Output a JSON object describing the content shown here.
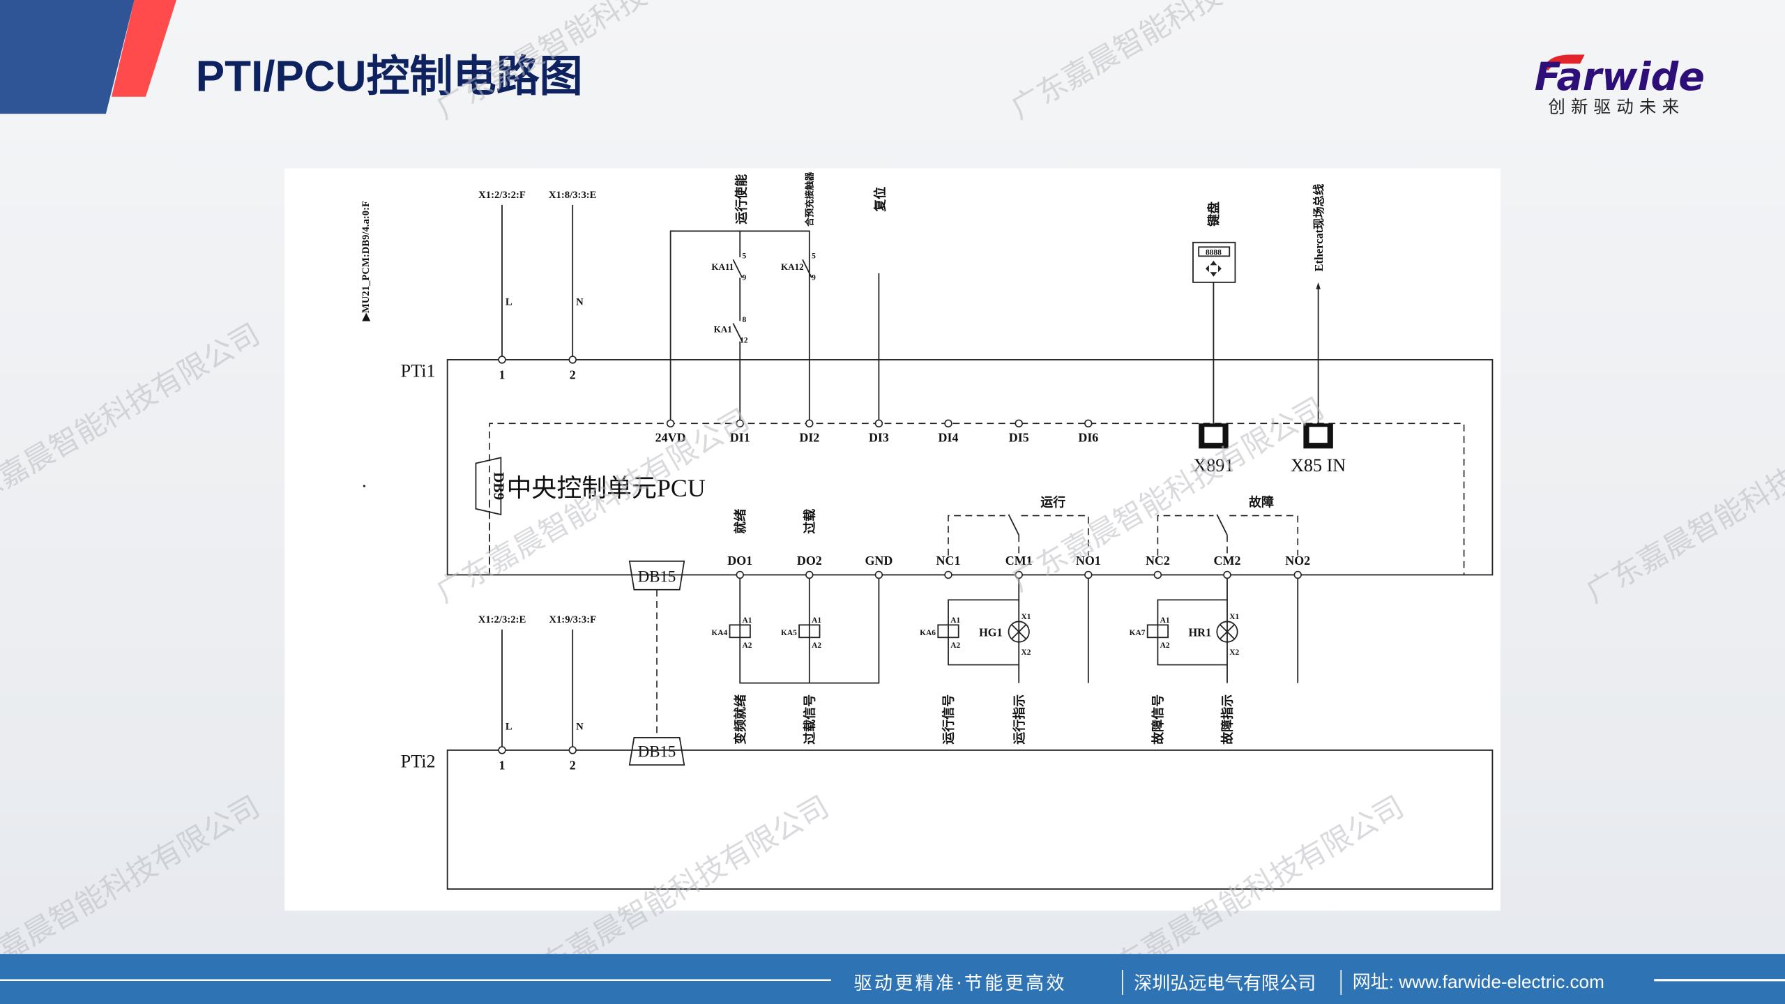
{
  "header": {
    "title": "PTI/PCU控制电路图",
    "logo_text": "Farwide",
    "logo_slogan": "创新驱动未来",
    "colors": {
      "brand_blue": "#2f5597",
      "brand_red": "#ff4b4b",
      "title": "#0e2260",
      "logo_purple": "#2e0f7a"
    }
  },
  "watermark": "广东嘉晨智能科技有限公司",
  "diagram": {
    "source_ref": "▶MU21_PCM:DB9/4.a:0:F",
    "pti1": {
      "label": "PTi1",
      "t1": "1",
      "t2": "2",
      "x1_top_l": "X1:2/3:2:F",
      "x1_top_n": "X1:8/3:3:E",
      "l": "L",
      "n": "N"
    },
    "pti2": {
      "label": "PTi2",
      "t1": "1",
      "t2": "2",
      "x1_l": "X1:2/3:2:E",
      "x1_n": "X1:9/3:3:F",
      "l": "L",
      "n": "N"
    },
    "pcu": {
      "label": "中央控制单元PCU",
      "db9": "DB9",
      "db15": "DB15"
    },
    "inputs": [
      "24VD",
      "DI1",
      "DI2",
      "DI3",
      "DI4",
      "DI5",
      "DI6"
    ],
    "input_signals": {
      "run_enable": "运行使能",
      "precharge": "合预充接触器",
      "reset": "复位",
      "keyboard": "键盘",
      "ethercat": "Ethercat现场总线"
    },
    "switches": {
      "ka11": "KA11",
      "ka12": "KA12",
      "ka1": "KA1",
      "c5": "5",
      "c9": "9",
      "c8": "8",
      "c12": "12"
    },
    "keypad_display": "8888",
    "ports": {
      "x891": "X891",
      "x85": "X85 IN"
    },
    "outputs": [
      "DO1",
      "DO2",
      "GND",
      "NC1",
      "CM1",
      "NO1",
      "NC2",
      "CM2",
      "NO2"
    ],
    "output_top_labels": {
      "ready": "就绪",
      "overload": "过载",
      "run": "运行",
      "fault": "故障"
    },
    "relays": {
      "ka4": "KA4",
      "ka5": "KA5",
      "ka6": "KA6",
      "ka7": "KA7",
      "a1": "A1",
      "a2": "A2",
      "hg1": "HG1",
      "hr1": "HR1",
      "x1": "X1",
      "x2": "X2"
    },
    "output_signals": [
      "变频就绪",
      "过载信号",
      "运行信号",
      "运行指示",
      "故障信号",
      "故障指示"
    ]
  },
  "footer": {
    "slogan": "驱动更精准·节能更高效",
    "company": "深圳弘远电气有限公司",
    "website": "网址: www.farwide-electric.com"
  }
}
